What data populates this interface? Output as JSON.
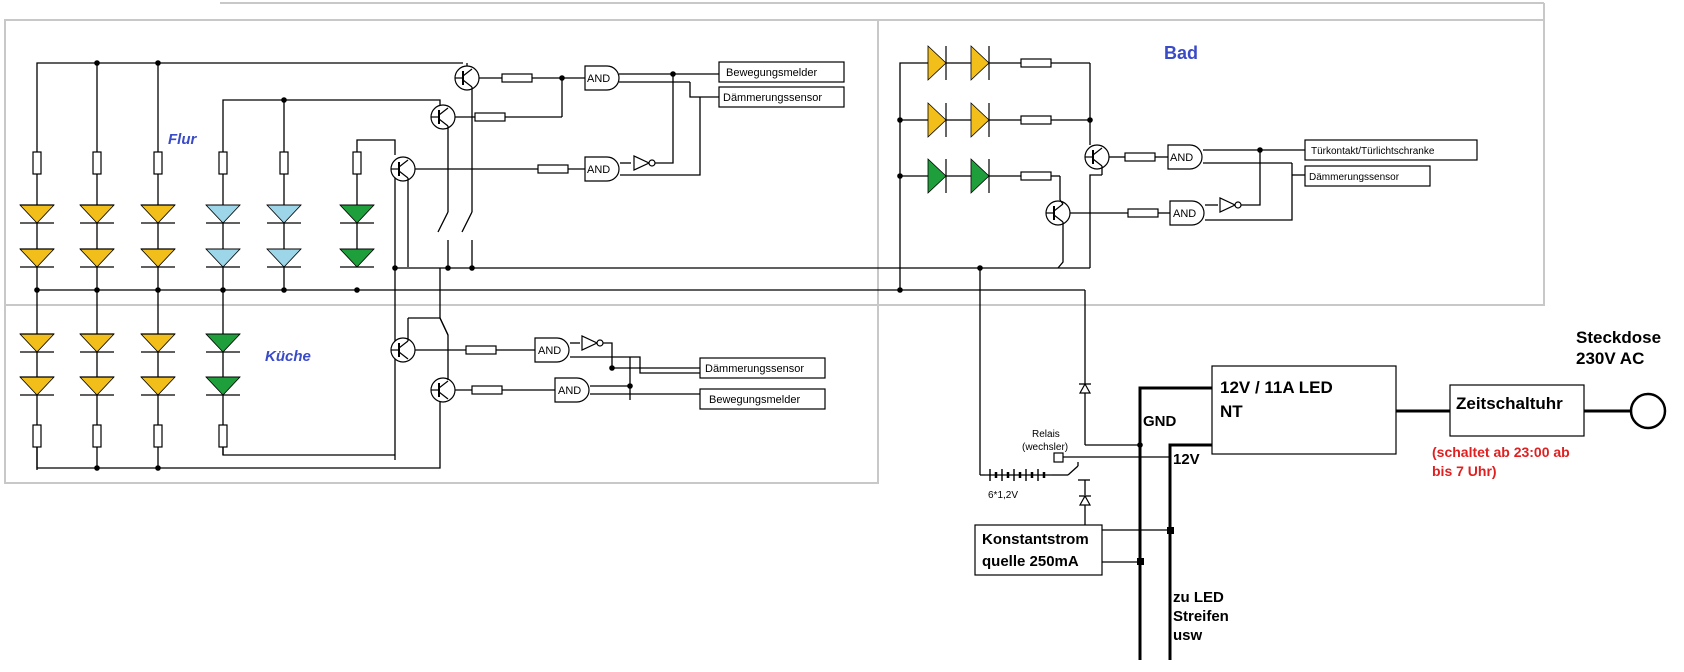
{
  "rooms": {
    "flur": "Flur",
    "kueche": "Küche",
    "bad": "Bad"
  },
  "gates": {
    "and": "AND"
  },
  "sensors": {
    "flur_motion": "Bewegungsmelder",
    "flur_dusk": "Dämmerungssensor",
    "kueche_dusk": "Dämmerungssensor",
    "kueche_motion": "Bewegungsmelder",
    "bad_door": "Türkontakt/Türlichtschranke",
    "bad_dusk": "Dämmerungssensor"
  },
  "relay": {
    "line1": "Relais",
    "line2": "(wechsler)"
  },
  "battery": {
    "label": "6*1,2V"
  },
  "current_source": {
    "line1": "Konstantstrom",
    "line2": "quelle 250mA"
  },
  "power_supply": {
    "line1": "12V / 11A LED",
    "line2": "NT"
  },
  "rails": {
    "gnd": "GND",
    "v12": "12V"
  },
  "led_strip": {
    "line1": "zu LED",
    "line2": "Streifen",
    "line3": "usw"
  },
  "timer": {
    "label": "Zeitschaltuhr",
    "note1": "(schaltet ab 23:00 ab",
    "note2": "bis 7 Uhr)"
  },
  "socket": {
    "line1": "Steckdose",
    "line2": "230V AC"
  },
  "colors": {
    "yellow_led": "#f2bf1a",
    "blue_led": "#9dd6e8",
    "green_led": "#1f9e3c",
    "room_label": "#3a4bc8",
    "note_red": "#e02020"
  }
}
